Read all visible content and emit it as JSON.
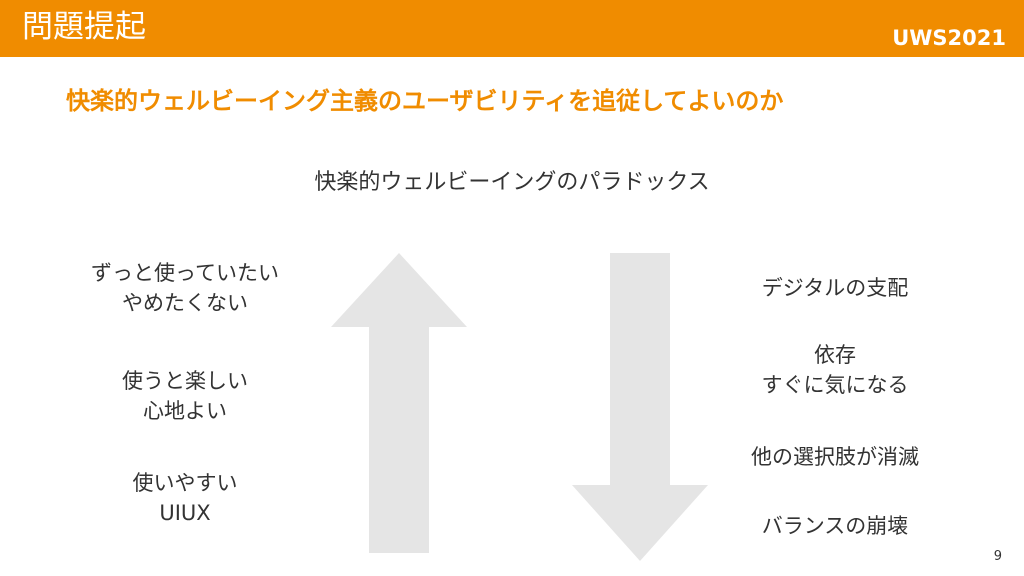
{
  "header": {
    "title": "問題提起",
    "tag": "UWS2021",
    "background_color": "#F08C00"
  },
  "question": "快楽的ウェルビーイング主義のユーザビリティを追従してよいのか",
  "subtitle": "快楽的ウェルビーイングのパラドックス",
  "left_items": [
    {
      "line1": "ずっと使っていたい",
      "line2": "やめたくない"
    },
    {
      "line1": "使うと楽しい",
      "line2": "心地よい"
    },
    {
      "line1": "使いやすい",
      "line2": "UIUX"
    }
  ],
  "right_items": [
    {
      "line1": "デジタルの支配",
      "line2": ""
    },
    {
      "line1": "依存",
      "line2": "すぐに気になる"
    },
    {
      "line1": "他の選択肢が消滅",
      "line2": ""
    },
    {
      "line1": "バランスの崩壊",
      "line2": ""
    }
  ],
  "arrows": {
    "up_icon": "arrow-up-icon",
    "down_icon": "arrow-down-icon",
    "color": "#E5E5E5"
  },
  "page_number": "9"
}
